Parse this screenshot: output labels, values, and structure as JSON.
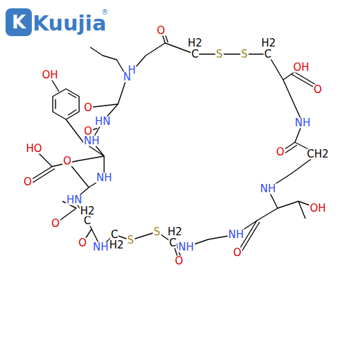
{
  "diagram": {
    "labels": [
      "K",
      "Kuujia",
      "®",
      "OH",
      "O",
      "H2",
      "C",
      "S",
      "S",
      "H2",
      "C",
      "H",
      "N",
      "OH",
      "O",
      "NH",
      "O",
      "HN",
      "O",
      "NH",
      "O",
      "CH2",
      "HO",
      "O",
      "O",
      "NH",
      "NH",
      "HN",
      "OH",
      "O",
      "C",
      "H2",
      "NH",
      "O",
      "NH",
      "C",
      "H2",
      "S",
      "S",
      "H2",
      "C",
      "NH",
      "O",
      "O"
    ]
  }
}
